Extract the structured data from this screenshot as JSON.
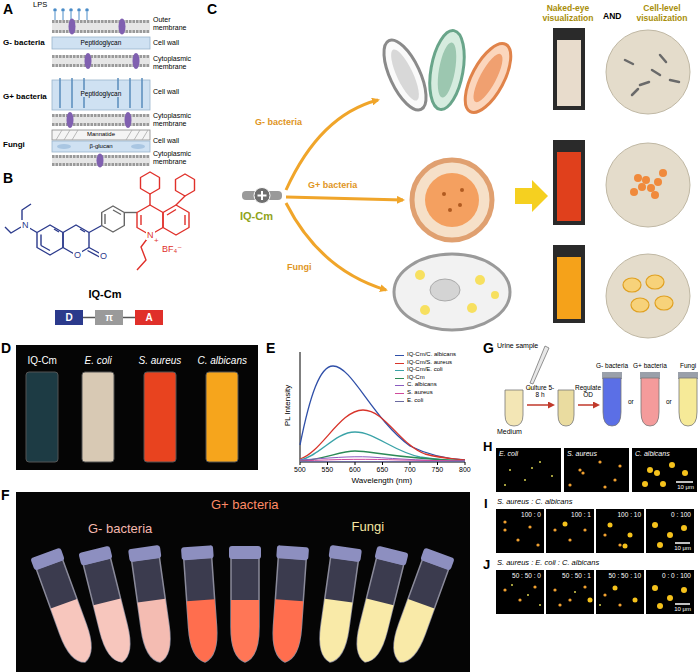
{
  "diagram": {
    "nodes": [
      {
        "text": [
          "D"
        ]
      },
      {
        "text": [
          "π"
        ]
      },
      {
        "text": [
          "A"
        ]
      },
      {
        "text": [
          "IQ-Cm",
          "E. coli",
          "S. aureus",
          "C. albicans"
        ]
      },
      {
        "text": [
          "G- bacteria",
          "G+ bacteria",
          "Fungi"
        ]
      },
      {
        "text": [
          "E. coli"
        ]
      },
      {
        "text": [
          "S. aureus"
        ]
      },
      {
        "text": [
          "C. albicans",
          "10 μm"
        ]
      },
      {
        "text": [
          "100 : 0"
        ]
      },
      {
        "text": [
          "100 : 1"
        ]
      },
      {
        "text": [
          "100 : 10"
        ]
      },
      {
        "text": [
          "0 : 100",
          "10 μm"
        ]
      },
      {
        "text": [
          "50 : 50 : 0"
        ]
      },
      {
        "text": [
          "50 : 50 : 1"
        ]
      },
      {
        "text": [
          "50 : 50 : 10"
        ]
      },
      {
        "text": [
          "0 : 0 : 100",
          "10 μm"
        ]
      }
    ],
    "edges": [
      {
        "from": 0,
        "to": 1,
        "arrow": "none"
      },
      {
        "from": 1,
        "to": 2,
        "arrow": "none"
      }
    ],
    "labels": [
      "A",
      "LPS",
      "G- bacteria",
      "Outer membrane",
      "Peptidoglycan",
      "Cell wall",
      "Cytoplasmic membrane",
      "G+ bacteria",
      "Cell wall",
      "Peptidoglycan",
      "Cytoplasmic membrane",
      "Fungi",
      "Mannatide",
      "Cell wall",
      "β-glucan",
      "Cytoplasmic membrane",
      "B",
      "N",
      "O",
      "O",
      "N",
      "+",
      "BF₄⁻",
      "IQ-Cm",
      "C",
      "Naked-eye visualization",
      "AND",
      "Cell-level visualization",
      "G- bacteria",
      "G+ bacteria",
      "Fungi",
      "IQ-Cm",
      "D",
      "E",
      "PL Intensity",
      "Wavelength (nm)",
      "500",
      "550",
      "600",
      "650",
      "700",
      "750",
      "800",
      "F",
      "G",
      "Urine sample",
      "Medium",
      "Culture 5-8 h",
      "Regulate OD",
      "G- bacteria",
      "or",
      "G+ bacteria",
      "or",
      "Fungi",
      "H",
      "I",
      "S. aureus : C. albicans",
      "J",
      "S. aureus : E. coli : C. albicans"
    ],
    "legend": [
      {
        "text": "IQ-Cm/C. albicans"
      },
      {
        "text": "IQ-Cm/S. aureus"
      },
      {
        "text": "IQ-Cm/E. coli"
      },
      {
        "text": "IQ-Cm"
      },
      {
        "text": "C. albicans"
      },
      {
        "text": "S. aureus"
      },
      {
        "text": "E. coli"
      }
    ]
  }
}
